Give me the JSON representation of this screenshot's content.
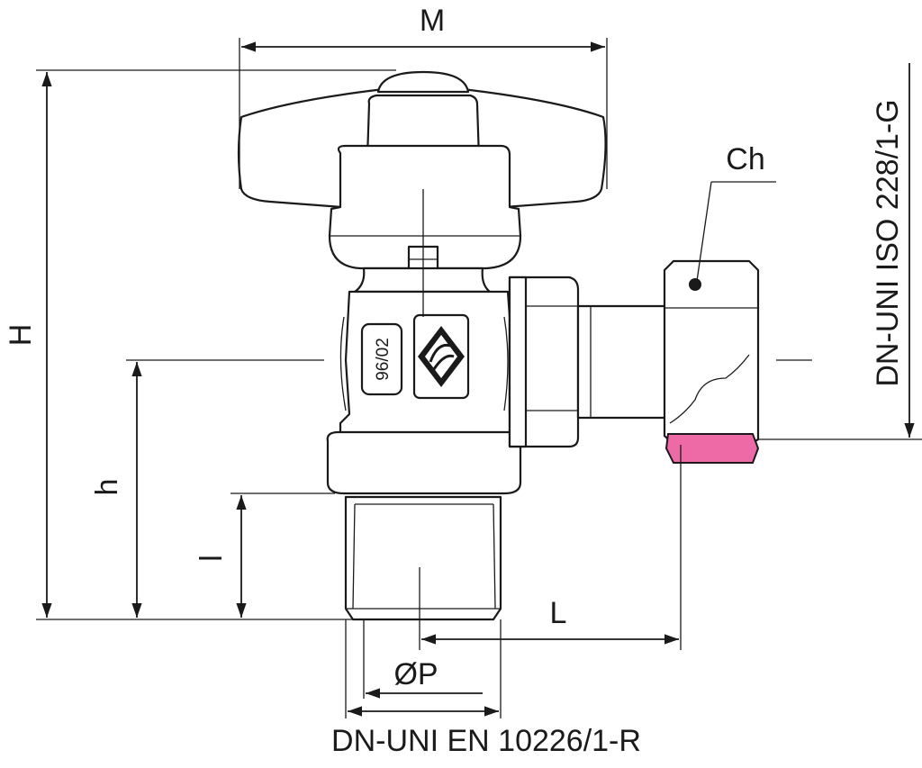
{
  "labels": {
    "M": "M",
    "H": "H",
    "h": "h",
    "l": "l",
    "L": "L",
    "Ch": "Ch",
    "P": "ØP",
    "outlet_standard": "DN-UNI ISO 228/1-G",
    "inlet_standard": "DN-UNI EN 10226/1-R",
    "body_marking": "96/02"
  },
  "colors": {
    "gasket": "#ee6aa7",
    "line": "#1a1a1a",
    "background": "#ffffff"
  }
}
